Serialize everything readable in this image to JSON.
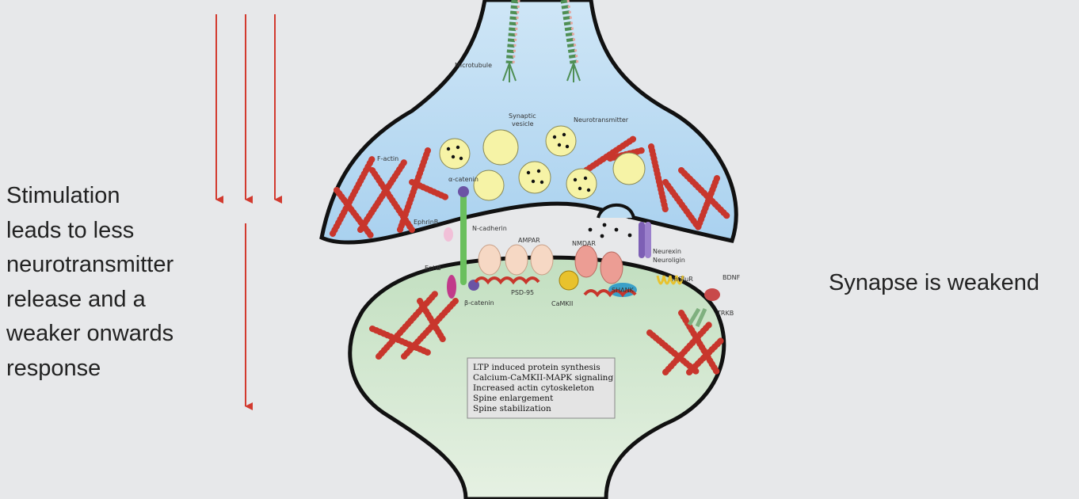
{
  "left_text_lines": [
    "Stimulation",
    "leads to less",
    "neurotransmitter",
    "release and a",
    "weaker onwards",
    "response"
  ],
  "right_text": "Synapse is weakend",
  "diagram": {
    "labels": {
      "microtubule": "Microtubule",
      "synaptic_vesicle_1": "Synaptic",
      "synaptic_vesicle_2": "vesicle",
      "neurotransmitter": "Neurotransmitter",
      "f_actin": "F-actin",
      "alpha_catenin": "α-catenin",
      "ephrinb": "EphrinB",
      "n_cadherin": "N-cadherin",
      "ampar": "AMPAR",
      "nmdar": "NMDAR",
      "neurexin": "Neurexin",
      "neuroligin": "Neuroligin",
      "ephb": "EphB",
      "beta_catenin": "β-catenin",
      "psd95": "PSD-95",
      "camkii": "CaMKII",
      "shank": "SHANK",
      "mglur": "mGluR",
      "bdnf": "BDNF",
      "trkb": "TRKB"
    },
    "box_lines": [
      "LTP induced protein synthesis",
      "Calcium-CaMKII-MAPK signaling",
      "Increased actin cytoskeleton",
      "Spine enlargement",
      "Spine stabilization"
    ]
  },
  "colors": {
    "arrow": "#d23a2f",
    "presynaptic": "#bcdcf2",
    "postsynaptic": "#cfe5cc",
    "actin": "#c8362c",
    "vesicle": "#f6f3a6"
  }
}
